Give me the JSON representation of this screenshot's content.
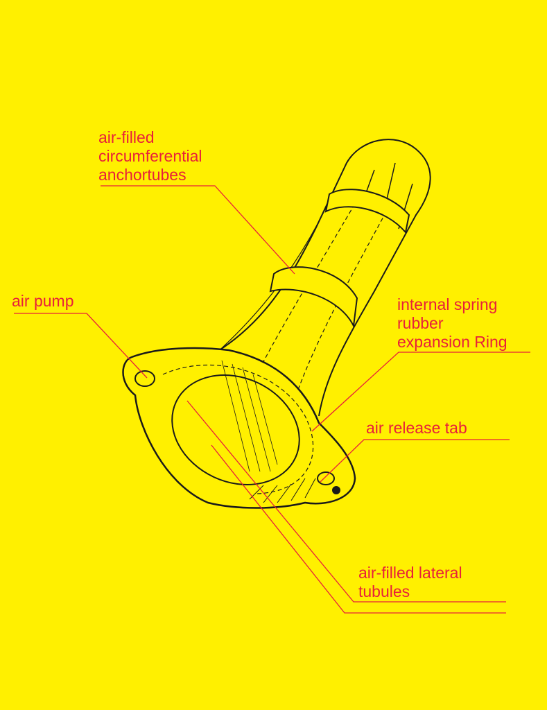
{
  "colors": {
    "background": "#FFF000",
    "label": "#E8203A",
    "ink": "#1a1a1a"
  },
  "labels": {
    "anchortubes": "air-filled\ncircumferential\nanchortubes",
    "air_pump": "air pump",
    "spring_ring": "internal spring\nrubber\nexpansion Ring",
    "release_tab": "air release tab",
    "lateral_tubules": "air-filled lateral\ntubules"
  }
}
